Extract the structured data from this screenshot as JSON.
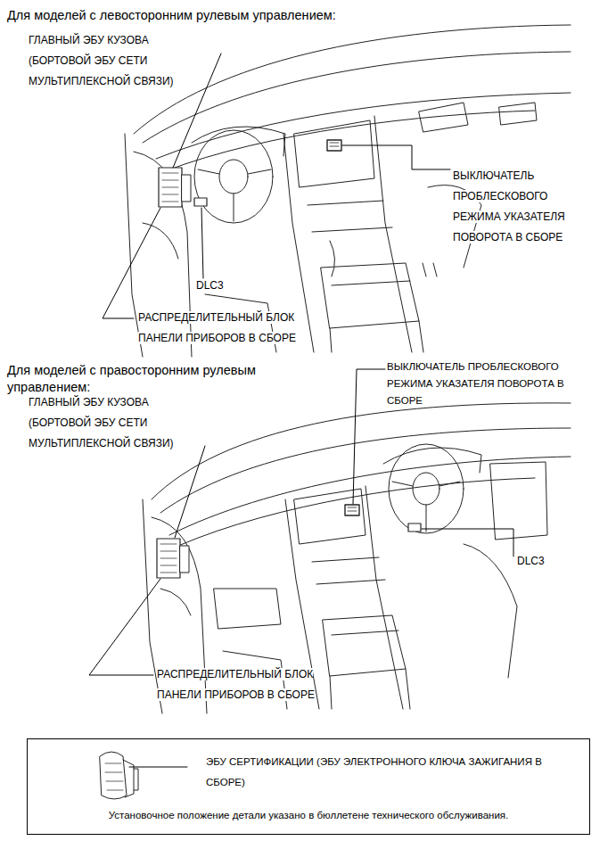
{
  "diagram": {
    "nodes": [
      {
        "text": [
          "ЭБУ СЕРТИФИКАЦИИ (ЭБУ ЭЛЕКТРОННОГО КЛЮЧА ЗАЖИГАНИЯ В СБОРЕ)",
          "Установочное положение детали указано в бюллетене технического обслуживания."
        ]
      }
    ],
    "labels": [
      "Для моделей с левосторонним рулевым управлением:",
      "ГЛАВНЫЙ ЭБУ КУЗОВА (БОРТОВОЙ ЭБУ СЕТИ МУЛЬТИПЛЕКСНОЙ СВЯЗИ)",
      "ВЫКЛЮЧАТЕЛЬ ПРОБЛЕСКОВОГО РЕЖИМА УКАЗАТЕЛЯ ПОВОРОТА В СБОРЕ",
      "DLC3",
      "РАСПРЕДЕЛИТЕЛЬНЫЙ БЛОК ПАНЕЛИ ПРИБОРОВ В СБОРЕ",
      "Для моделей с правосторонним рулевым управлением:",
      "ГЛАВНЫЙ ЭБУ КУЗОВА (БОРТОВОЙ ЭБУ СЕТИ МУЛЬТИПЛЕКСНОЙ СВЯЗИ)",
      "ВЫКЛЮЧАТЕЛЬ ПРОБЛЕСКОВОГО РЕЖИМА УКАЗАТЕЛЯ ПОВОРОТА В СБОРЕ",
      "DLC3",
      "РАСПРЕДЕЛИТЕЛЬНЫЙ БЛОК ПАНЕЛИ ПРИБОРОВ В СБОРЕ"
    ]
  }
}
